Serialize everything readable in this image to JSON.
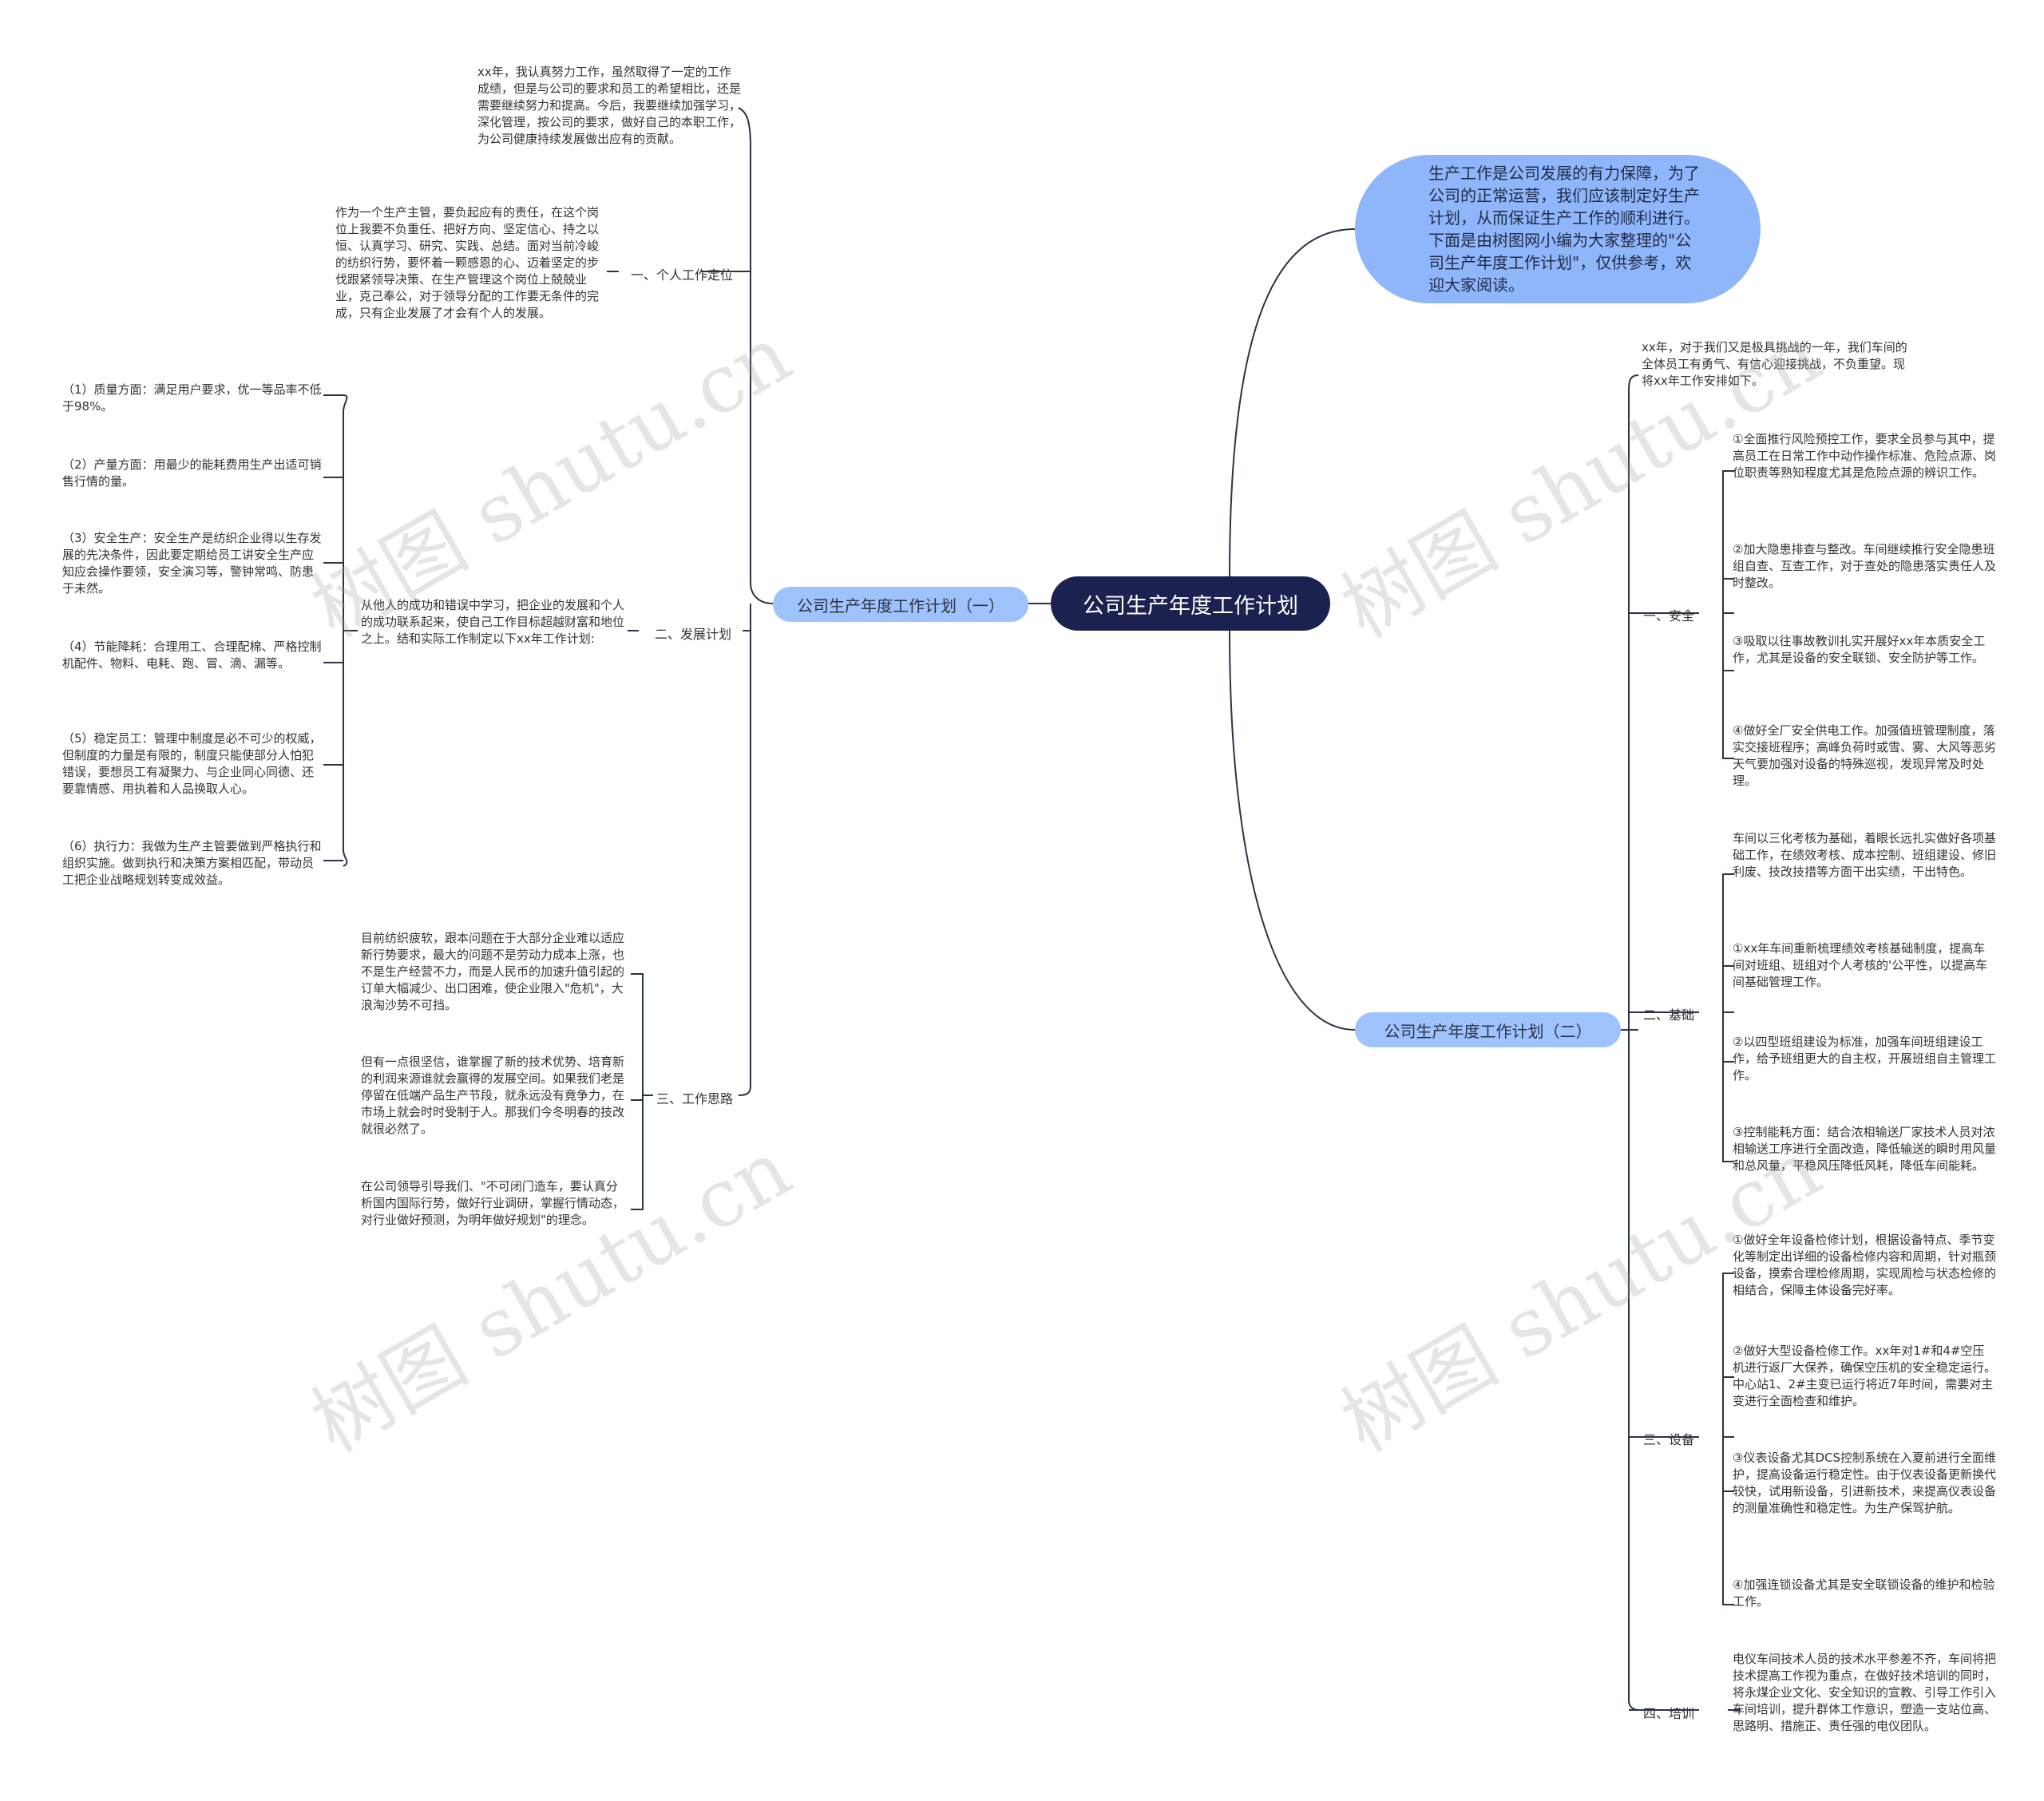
{
  "root": "公司生产年度工作计划",
  "intro": "生产工作是公司发展的有力保障，为了公司的正常运营，我们应该制定好生产计划，从而保证生产工作的顺利进行。下面是由树图网小编为大家整理的\"公司生产年度工作计划\"，仅供参考，欢迎大家阅读。",
  "left": {
    "title": "公司生产年度工作计划（一）",
    "top_text": "xx年，我认真努力工作，虽然取得了一定的工作成绩，但是与公司的要求和员工的希望相比，还是需要继续努力和提高。今后，我要继续加强学习，深化管理，按公司的要求，做好自己的本职工作，为公司健康持续发展做出应有的贡献。",
    "sec1": {
      "label": "一、个人工作定位",
      "text": "作为一个生产主管，要负起应有的责任，在这个岗位上我要不负重任、把好方向、坚定信心、持之以恒、认真学习、研究、实践、总结。面对当前冷峻的纺织行势，要怀着一颗感恩的心、迈着坚定的步伐跟紧领导决策、在生产管理这个岗位上兢兢业业，克己奉公，对于领导分配的工作要无条件的完成，只有企业发展了才会有个人的发展。"
    },
    "sec2": {
      "label": "二、发展计划",
      "text": "从他人的成功和错误中学习，把企业的发展和个人的成功联系起来，使自己工作目标超越财富和地位之上。结和实际工作制定以下xx年工作计划:",
      "items": [
        "（1）质量方面：满足用户要求，优一等品率不低于98%。",
        "（2）产量方面：用最少的能耗费用生产出适可销售行情的量。",
        "（3）安全生产：安全生产是纺织企业得以生存发展的先决条件，因此要定期给员工讲安全生产应知应会操作要领，安全演习等，警钟常鸣、防患于未然。",
        "（4）节能降耗：合理用工、合理配棉、严格控制机配件、物料、电耗、跑、冒、滴、漏等。",
        "（5）稳定员工：管理中制度是必不可少的权威，但制度的力量是有限的，制度只能使部分人怕犯错误，要想员工有凝聚力、与企业同心同德、还要靠情感、用执着和人品换取人心。",
        "（6）执行力：我做为生产主管要做到严格执行和组织实施。做到执行和决策方案相匹配，带动员工把企业战略规划转变成效益。"
      ]
    },
    "sec3": {
      "label": "三、工作思路",
      "items": [
        "目前纺织疲软，跟本问题在于大部分企业难以适应新行势要求，最大的问题不是劳动力成本上涨，也不是生产经营不力，而是人民币的加速升值引起的订单大幅减少、出口困难，使企业限入\"危机\"，大浪淘沙势不可挡。",
        "但有一点很坚信，谁掌握了新的技术优势、培育新的利润来源谁就会赢得的发展空间。如果我们老是停留在低端产品生产节段，就永远没有竟争力，在市场上就会时时受制于人。那我们今冬明春的技改就很必然了。",
        "在公司领导引导我们、\"不可闭门造车，要认真分析国内国际行势，做好行业调研，掌握行情动态，对行业做好预测，为明年做好规划\"的理念。"
      ]
    }
  },
  "right": {
    "title": "公司生产年度工作计划（二）",
    "top_text": "xx年，对于我们又是极具挑战的一年，我们车间的全体员工有勇气、有信心迎接挑战，不负重望。现将xx年工作安排如下。",
    "sec1": {
      "label": "一、安全",
      "items": [
        "①全面推行风险预控工作，要求全员参与其中，提高员工在日常工作中动作操作标准、危险点源、岗位职责等熟知程度尤其是危险点源的辨识工作。",
        "②加大隐患排查与整改。车间继续推行安全隐患班组自查、互查工作，对于查处的隐患落实责任人及时整改。",
        "③吸取以往事故教训扎实开展好xx年本质安全工作，尤其是设备的安全联锁、安全防护等工作。",
        "④做好全厂安全供电工作。加强值班管理制度，落实交接班程序；高峰负荷时或雪、雾、大风等恶劣天气要加强对设备的特殊巡视，发现异常及时处理。"
      ]
    },
    "sec2": {
      "label": "二、基础",
      "items": [
        "车间以三化考核为基础，着眼长远扎实做好各项基础工作，在绩效考核、成本控制、班组建设、修旧利废、技改技措等方面干出实绩，干出特色。",
        "①xx年车间重新梳理绩效考核基础制度，提高车间对班组、班组对个人考核的'公平性，以提高车间基础管理工作。",
        "②以四型班组建设为标准，加强车间班组建设工作，给予班组更大的自主权，开展班组自主管理工作。",
        "③控制能耗方面：结合浓相输送厂家技术人员对浓相输送工序进行全面改造，降低输送的瞬时用风量和总风量，平稳风压降低风耗，降低车间能耗。"
      ]
    },
    "sec3": {
      "label": "三、设备",
      "items": [
        "①做好全年设备检修计划，根据设备特点、季节变化等制定出详细的设备检修内容和周期，针对瓶颈设备，摸索合理检修周期，实现周检与状态检修的相结合，保障主体设备完好率。",
        "②做好大型设备检修工作。xx年对1#和4#空压机进行返厂大保养，确保空压机的安全稳定运行。中心站1、2#主变已运行将近7年时间，需要对主变进行全面检查和维护。",
        "③仪表设备尤其DCS控制系统在入夏前进行全面维护，提高设备运行稳定性。由于仪表设备更新换代较快，试用新设备，引进新技术，来提高仪表设备的测量准确性和稳定性。为生产保驾护航。",
        "④加强连锁设备尤其是安全联锁设备的维护和检验工作。"
      ]
    },
    "sec4": {
      "label": "四、培训",
      "text": "电仪车间技术人员的技术水平参差不齐，车间将把技术提高工作视为重点，在做好技术培训的同时，将永煤企业文化、安全知识的宣教、引导工作引入车间培训，提升群体工作意识，塑造一支站位高、思路明、措施正、责任强的电仪团队。"
    }
  },
  "watermarks": [
    "树图 shutu.cn",
    "树图 shutu.cn",
    "树图 shutu.cn",
    "树图 shutu.cn"
  ],
  "colors": {
    "root_bg": "#1c2250",
    "branch_bg": "#9ec2fb",
    "intro_bg": "#8fb6fb",
    "line": "#2b3346"
  }
}
